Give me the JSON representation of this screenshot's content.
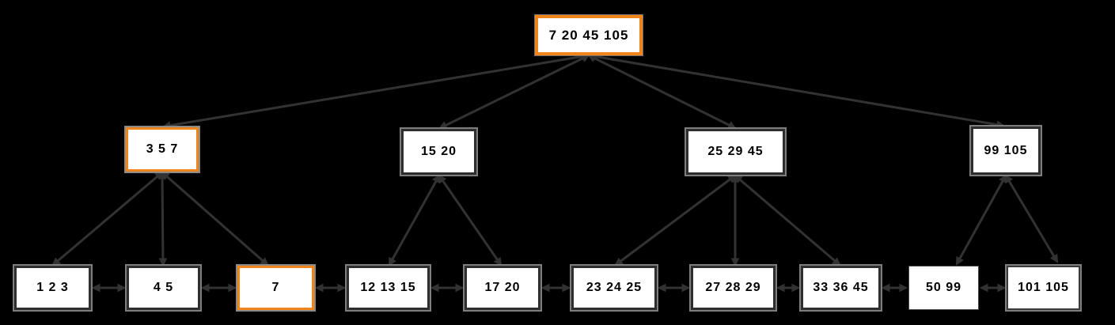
{
  "diagram": {
    "type": "b-plus-tree",
    "background_color": "#000000",
    "edge_color": "#323232",
    "highlight_color": "#f0851b",
    "node_border_color": "#2e2e2e",
    "node_fill_color": "#ffffff",
    "nodes": {
      "root": {
        "label": "7 20 45 105",
        "highlighted": true
      },
      "internal": [
        {
          "label": "3 5 7",
          "highlighted": true
        },
        {
          "label": "15 20",
          "highlighted": false
        },
        {
          "label": "25 29 45",
          "highlighted": false
        },
        {
          "label": "99 105",
          "highlighted": false
        }
      ],
      "leaves": [
        {
          "label": "1 2 3",
          "highlighted": false
        },
        {
          "label": "4 5",
          "highlighted": false
        },
        {
          "label": "7",
          "highlighted": true
        },
        {
          "label": "12 13 15",
          "highlighted": false
        },
        {
          "label": "17 20",
          "highlighted": false
        },
        {
          "label": "23 24 25",
          "highlighted": false
        },
        {
          "label": "27 28 29",
          "highlighted": false
        },
        {
          "label": "33 36 45",
          "highlighted": false
        },
        {
          "label": "50 99",
          "highlighted": false
        },
        {
          "label": "101 105",
          "highlighted": false
        }
      ]
    },
    "tree_edges": [
      [
        "7 20 45 105",
        "3 5 7"
      ],
      [
        "7 20 45 105",
        "15 20"
      ],
      [
        "7 20 45 105",
        "25 29 45"
      ],
      [
        "7 20 45 105",
        "99 105"
      ],
      [
        "3 5 7",
        "1 2 3"
      ],
      [
        "3 5 7",
        "4 5"
      ],
      [
        "3 5 7",
        "7"
      ],
      [
        "15 20",
        "12 13 15"
      ],
      [
        "15 20",
        "17 20"
      ],
      [
        "25 29 45",
        "23 24 25"
      ],
      [
        "25 29 45",
        "27 28 29"
      ],
      [
        "25 29 45",
        "33 36 45"
      ],
      [
        "99 105",
        "50 99"
      ],
      [
        "99 105",
        "101 105"
      ]
    ],
    "leaf_links": [
      [
        "1 2 3",
        "4 5"
      ],
      [
        "4 5",
        "7"
      ],
      [
        "7",
        "12 13 15"
      ],
      [
        "12 13 15",
        "17 20"
      ],
      [
        "17 20",
        "23 24 25"
      ],
      [
        "23 24 25",
        "27 28 29"
      ],
      [
        "27 28 29",
        "33 36 45"
      ],
      [
        "33 36 45",
        "50 99"
      ],
      [
        "50 99",
        "101 105"
      ]
    ]
  }
}
